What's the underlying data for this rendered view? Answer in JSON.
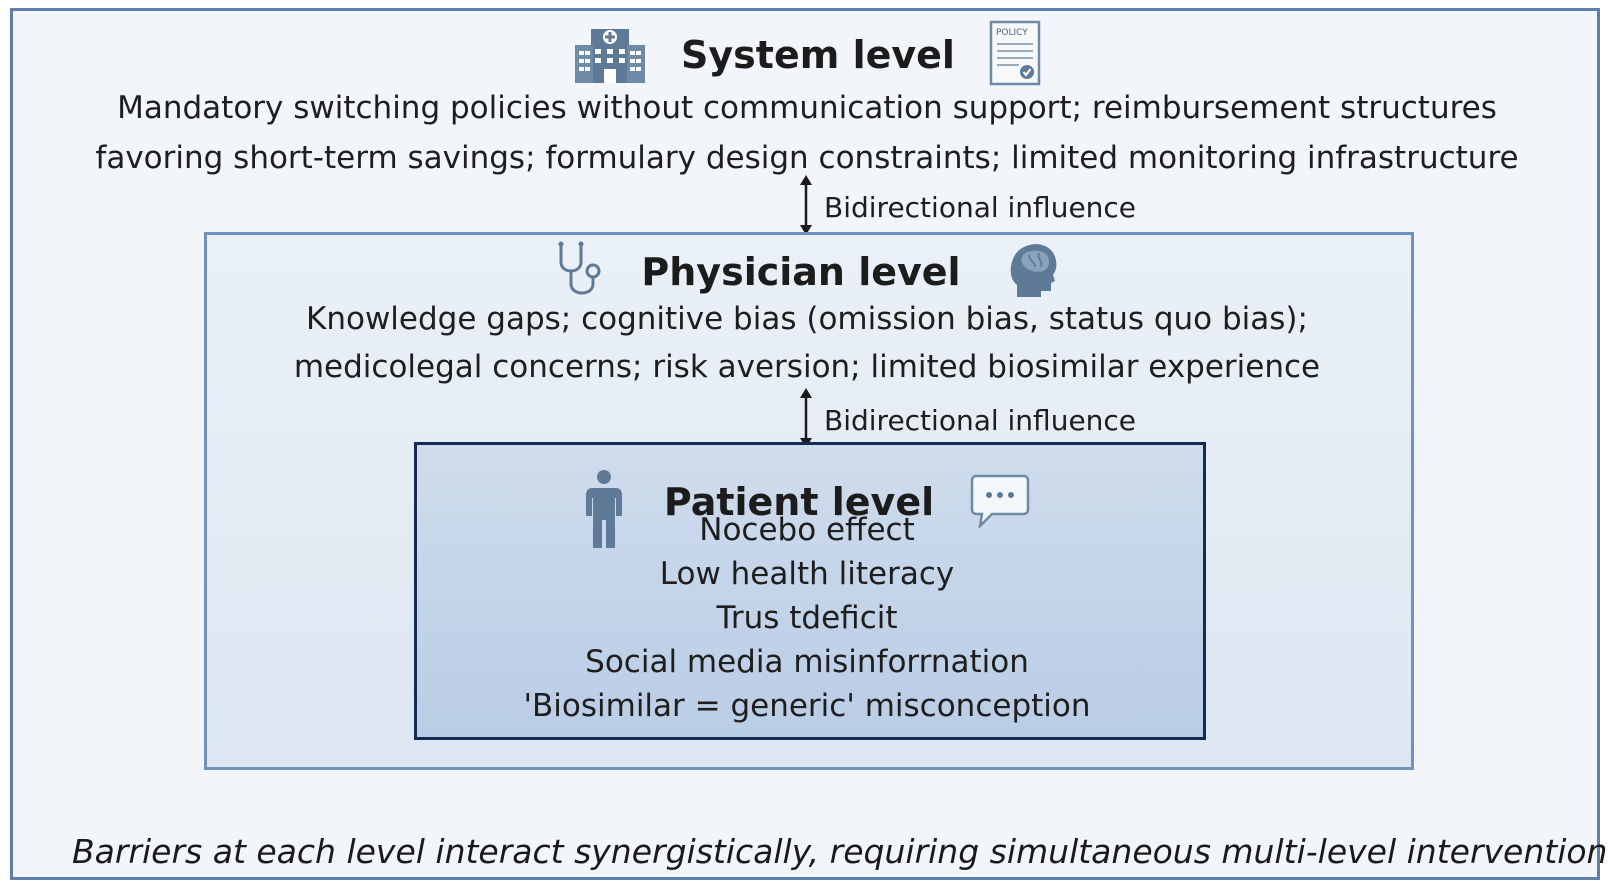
{
  "system": {
    "title": "System level",
    "line1": "Mandatory switching policies without communication support; reimbursement structures",
    "line2": "favoring short-term savings; formulary design constraints; limited monitoring infrastructure",
    "icon_left": "hospital-building-icon",
    "icon_right": "policy-document-icon",
    "policy_icon_text": "POLICY"
  },
  "arrow1": {
    "label": "Bidirectional influence"
  },
  "physician": {
    "title": "Physician level",
    "line1": "Knowledge gaps; cognitive bias (omission bias, status quo bias);",
    "line2": "medicolegal concerns; risk aversion; limited biosimilar experience",
    "icon_left": "stethoscope-icon",
    "icon_right": "head-brain-icon"
  },
  "arrow2": {
    "label": "Bidirectional influence"
  },
  "patient": {
    "title": "Patient level",
    "items": [
      "Nocebo effect",
      "Low health literacy",
      "Trus tdeficit",
      "Social media misinforrnation",
      "'Biosimilar = generic' misconception"
    ],
    "icon_left": "person-icon",
    "icon_right": "speech-bubble-icon"
  },
  "footer": {
    "text": "Barriers at each level interact synergistically, requiring simultaneous multi-level  intervention"
  },
  "colors": {
    "outer_border": "#5f7fa6",
    "physician_border": "#6f93bd",
    "patient_border": "#152b52",
    "icon_color": "#6f8aa6"
  }
}
